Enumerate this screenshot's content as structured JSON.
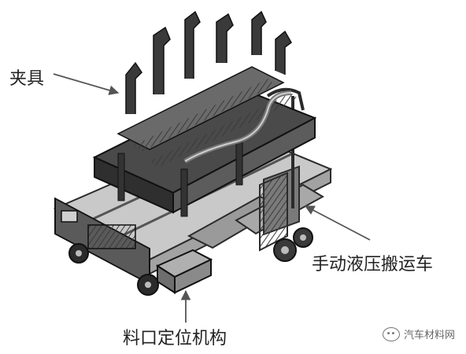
{
  "labels": {
    "clamp": "夹具",
    "hydraulic_truck": "手动液压搬运车",
    "locating_mechanism": "料口定位机构"
  },
  "watermark": {
    "text": "汽车材料网",
    "icon": "wechat-icon"
  },
  "colors": {
    "metal_dark": "#2b2b2b",
    "metal_mid": "#6e6e6e",
    "metal_light": "#b8b8b8",
    "arrow": "#555555"
  }
}
